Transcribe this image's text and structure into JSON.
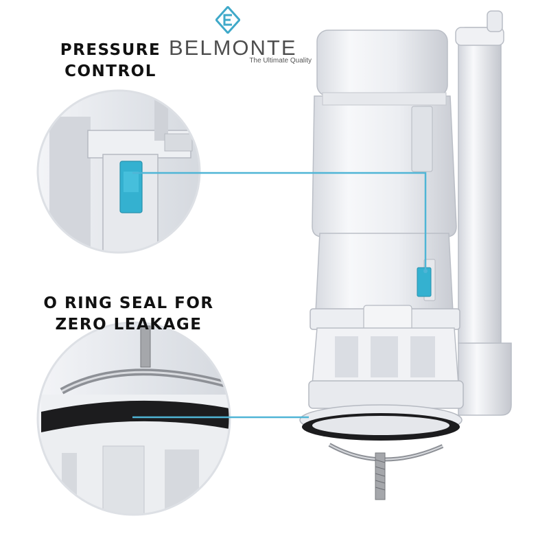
{
  "brand": {
    "name": "BELMONTE",
    "tagline": "The Ultimate Quality",
    "color": "#3fa9c9"
  },
  "callouts": [
    {
      "title_line1": "PRESSURE",
      "title_line2": "CONTROL"
    },
    {
      "title_line1": "O RING SEAL FOR",
      "title_line2": "ZERO LEAKAGE"
    }
  ],
  "colors": {
    "accent": "#4fb5d6",
    "button": "#33b0cf",
    "plastic": "#eef0f4",
    "seal": "#1c1c1e"
  }
}
